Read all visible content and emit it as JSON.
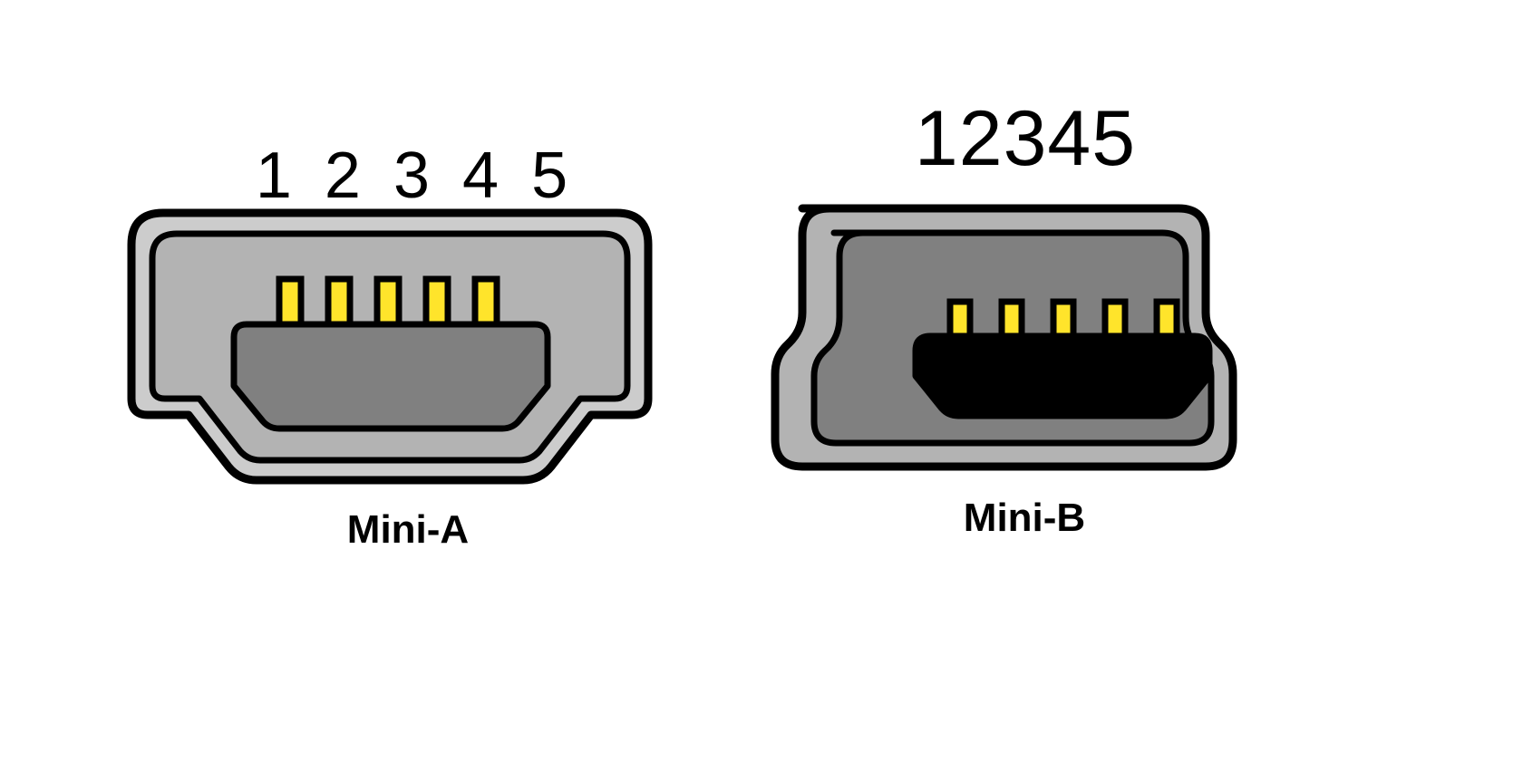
{
  "figure": {
    "background_color": "#ffffff",
    "title_present": false
  },
  "connectors": [
    {
      "id": "mini-a",
      "label": "Mini-A",
      "pin_numbers": "1 2 3 4 5",
      "pin_count": 5,
      "pin_labels": [
        "1",
        "2",
        "3",
        "4",
        "5"
      ],
      "colors": {
        "outer_shell": "#cccccc",
        "inner_shell": "#b3b3b3",
        "cavity": "#808080",
        "pin": "#ffe42b",
        "outline": "#000000"
      }
    },
    {
      "id": "mini-b",
      "label": "Mini-B",
      "pin_numbers": "12345",
      "pin_count": 5,
      "pin_labels": [
        "1",
        "2",
        "3",
        "4",
        "5"
      ],
      "colors": {
        "outer_shell": "#b3b3b3",
        "inner_shell": "#808080",
        "cavity": "#000000",
        "pin": "#ffe42b",
        "outline": "#000000"
      }
    }
  ]
}
